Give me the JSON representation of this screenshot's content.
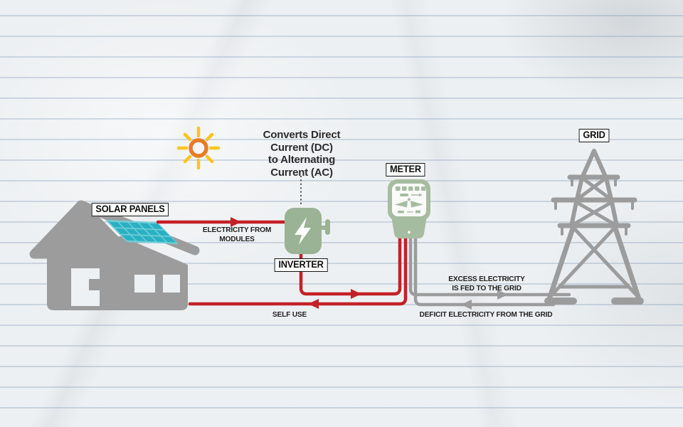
{
  "colors": {
    "red": "#c32127",
    "gray": "#9c9c9c",
    "green": "#9ab394",
    "green-light": "#a6bca0",
    "panel-light": "#74ced8",
    "panel-cell": "#29b0c4",
    "sun-orange": "#e87c26",
    "sun-yellow": "#f8c61f"
  },
  "labels": {
    "solar_panels": "SOLAR PANELS",
    "inverter": "INVERTER",
    "meter": "METER",
    "grid": "GRID",
    "self_use": "SELF USE",
    "deficit": "DEFICIT ELECTRICITY FROM THE GRID"
  },
  "annotations": {
    "modules": [
      "ELECTRICITY FROM",
      "MODULES"
    ],
    "inverter_note": [
      "Converts Direct",
      "Current (DC)",
      "to Alternating",
      "Current (AC)"
    ],
    "excess": [
      "EXCESS ELECTRICITY",
      "IS FED TO THE GRID"
    ]
  },
  "icons": {
    "sun-icon": "orange ring with yellow rays",
    "house-icon": "gray house silhouette",
    "solar-panel-icon": "teal panel grid on roof",
    "inverter-icon": "green box with lightning bolt",
    "lightning-icon": "white bolt",
    "meter-icon": "green electricity meter",
    "transmission-tower-icon": "gray lattice pylon"
  }
}
